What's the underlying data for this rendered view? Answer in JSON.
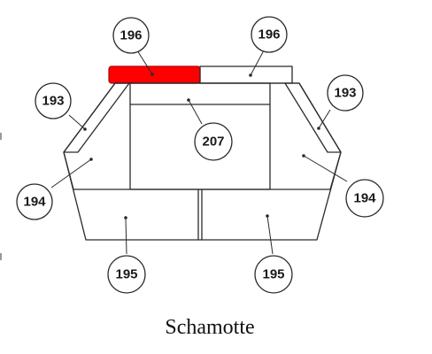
{
  "caption": "Schamotte",
  "highlight_color": "#ff0000",
  "callouts": {
    "top_left": "196",
    "top_right": "196",
    "side_upper_left": "193",
    "side_upper_right": "193",
    "center": "207",
    "side_lower_left": "194",
    "side_lower_right": "194",
    "bottom_left": "195",
    "bottom_right": "195"
  }
}
